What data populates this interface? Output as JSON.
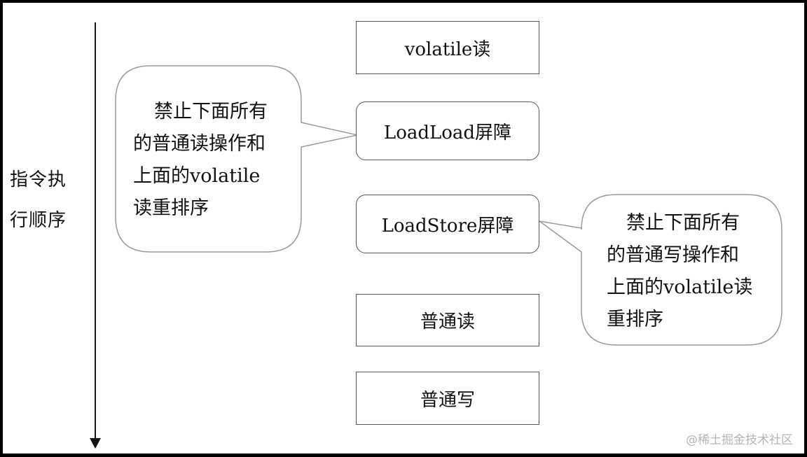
{
  "axis": {
    "label_line1": "指令执",
    "label_line2": "行顺序"
  },
  "boxes": {
    "volatile_read": "volatile读",
    "loadload_barrier": "LoadLoad屏障",
    "loadstore_barrier": "LoadStore屏障",
    "normal_read": "普通读",
    "normal_write": "普通写"
  },
  "callouts": {
    "left": [
      "禁止下面所有",
      "的普通读操作和",
      "上面的volatile",
      "读重排序"
    ],
    "right": [
      "禁止下面所有",
      "的普通写操作和",
      "上面的volatile读",
      "重排序"
    ]
  },
  "watermark": "@稀土掘金技术社区",
  "colors": {
    "line": "#999999",
    "box_border": "#555555",
    "text": "#111111",
    "watermark": "#b5b5b5"
  }
}
